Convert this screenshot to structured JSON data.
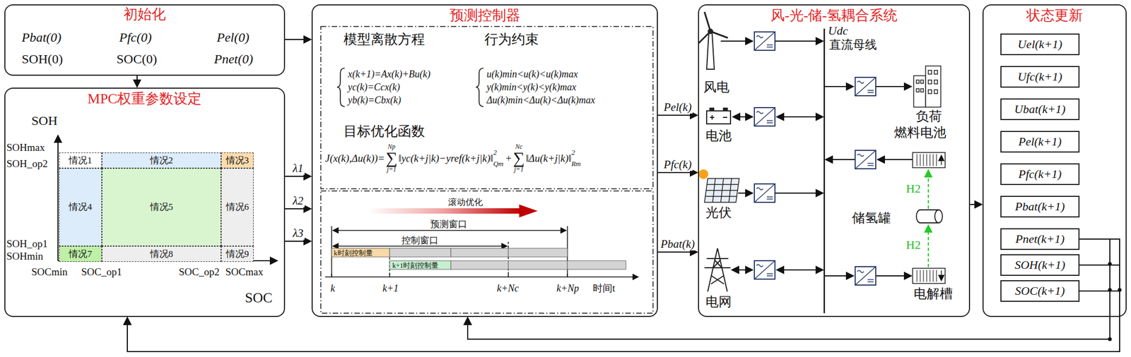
{
  "diagram": {
    "nodes": [
      {
        "text": [
          "初始化",
          "Pbat(0)",
          "Pfc(0)",
          "Pel(0)",
          "SOH(0)",
          "SOC(0)",
          "Pnet(0)"
        ]
      },
      {
        "text": [
          "MPC权重参数设定"
        ]
      },
      {
        "text": [
          "情况1"
        ],
        "in": 1
      },
      {
        "text": [
          "情况2"
        ],
        "in": 1
      },
      {
        "text": [
          "情况3"
        ],
        "in": 1
      },
      {
        "text": [
          "情况4"
        ],
        "in": 1
      },
      {
        "text": [
          "情况5"
        ],
        "in": 1
      },
      {
        "text": [
          "情况6"
        ],
        "in": 1
      },
      {
        "text": [
          "情况7"
        ],
        "in": 1
      },
      {
        "text": [
          "情况8"
        ],
        "in": 1
      },
      {
        "text": [
          "情况9"
        ],
        "in": 1
      },
      {
        "text": [
          "预测控制器"
        ]
      },
      {
        "text": [
          "模型离散方程",
          "行为约束",
          "x(k+1)=Ax(k)+Bu(k)",
          "yc(k)=Ccx(k)",
          "yb(k)=Cbx(k)",
          "u(k)min<u(k)<u(k)max",
          "y(k)min<y(k)<y(k)max",
          "Δu(k)min<Δu(k)<Δu(k)max",
          "目标优化函数",
          "J(x(k),Δu(k))=",
          "∑",
          "j=1",
          "Np",
          "‖yc(k+j|k)−yref(k+j|k)‖",
          "2",
          "Qm",
          "+",
          "∑",
          "j=1",
          "Nc",
          "‖Δu(k+j|k)‖",
          "2",
          "Rm"
        ],
        "in": 11
      },
      {
        "text": [
          "滚动优化",
          "预测窗口",
          "控制窗口",
          "k时刻控制量",
          "k+1时刻控制量",
          "k",
          "k+1",
          "k+Nc",
          "k+Np",
          "时间t"
        ],
        "in": 11
      },
      {
        "text": [
          "风-光-储-氢耦合系统"
        ]
      },
      {
        "text": [
          "状态更新"
        ]
      },
      {
        "text": [
          "Uel(k+1)"
        ],
        "in": 15
      },
      {
        "text": [
          "Ufc(k+1)"
        ],
        "in": 15
      },
      {
        "text": [
          "Ubat(k+1)"
        ],
        "in": 15
      },
      {
        "text": [
          "Pel(k+1)"
        ],
        "in": 15
      },
      {
        "text": [
          "Pfc(k+1)"
        ],
        "in": 15
      },
      {
        "text": [
          "Pbat(k+1)"
        ],
        "in": 15
      },
      {
        "text": [
          "Pnet(k+1)"
        ],
        "in": 15
      },
      {
        "text": [
          "SOH(k+1)"
        ],
        "in": 15
      },
      {
        "text": [
          "SOC(k+1)"
        ],
        "in": 15
      }
    ],
    "edges": [
      {
        "from": 0,
        "to": 11,
        "arrow": "to"
      },
      {
        "from": 0,
        "to": 1,
        "arrow": "to"
      },
      {
        "from": 1,
        "to": 11,
        "label": "λ1",
        "arrow": "to"
      },
      {
        "from": 1,
        "to": 11,
        "label": "λ2",
        "arrow": "to"
      },
      {
        "from": 1,
        "to": 11,
        "label": "λ3",
        "arrow": "to"
      },
      {
        "from": 11,
        "to": 14,
        "label": "Pel(k)",
        "arrow": "to"
      },
      {
        "from": 11,
        "to": 14,
        "label": "Pfc(k)",
        "arrow": "to"
      },
      {
        "from": 11,
        "to": 14,
        "label": "Pbat(k)",
        "arrow": "to"
      },
      {
        "from": 14,
        "to": 15,
        "arrow": "to"
      },
      {
        "from": 22,
        "to": 11,
        "arrow": "to"
      },
      {
        "from": 23,
        "to": 11,
        "arrow": "to"
      },
      {
        "from": 24,
        "to": 11,
        "arrow": "to"
      },
      {
        "from": 22,
        "to": 1,
        "arrow": "to"
      },
      {
        "from": 23,
        "to": 1,
        "arrow": "to"
      },
      {
        "from": 24,
        "to": 1,
        "arrow": "to"
      }
    ],
    "labels": [
      "SOH",
      "SOHmax",
      "SOH_op2",
      "SOH_op1",
      "SOHmin",
      "SOCmin",
      "SOC_op1",
      "SOC_op2",
      "SOCmax",
      "SOC",
      "Udc",
      "直流母线",
      "风电",
      "电池",
      "负荷",
      "燃料电池",
      "光伏",
      "储氢罐",
      "电网",
      "电解槽",
      "H2",
      "H2"
    ]
  }
}
